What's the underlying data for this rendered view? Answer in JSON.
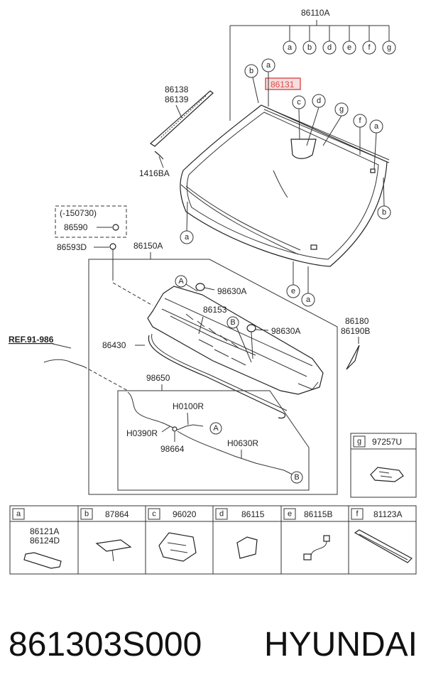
{
  "top_label": "86110A",
  "top_callouts": [
    "a",
    "b",
    "d",
    "e",
    "f",
    "g"
  ],
  "highlight_label": "86131",
  "labels": {
    "l86138": "86138",
    "l86139": "86139",
    "l1416BA": "1416BA",
    "lcond": "(-150730)",
    "l86590": "86590",
    "l86593D": "86593D",
    "l86150A": "86150A",
    "l98630A_1": "98630A",
    "l86153": "86153",
    "l98630A_2": "98630A",
    "l86180": "86180",
    "l86190B": "86190B",
    "lref": "REF.91-986",
    "l86430": "86430",
    "l98650": "98650",
    "lH0100R": "H0100R",
    "lH0390R": "H0390R",
    "l98664": "98664",
    "lH0630R": "H0630R",
    "l97257U": "97257U"
  },
  "callouts": {
    "b1": "b",
    "a1": "a",
    "c1": "c",
    "d1": "d",
    "g1": "g",
    "f1": "f",
    "a2": "a",
    "b2": "b",
    "a3": "a",
    "e1": "e",
    "a4": "a",
    "A1": "A",
    "B1": "B",
    "A2": "A",
    "B2": "B"
  },
  "legend": [
    {
      "key": "a",
      "part": "",
      "sub": [
        "86121A",
        "86124D"
      ]
    },
    {
      "key": "b",
      "part": "87864",
      "sub": []
    },
    {
      "key": "c",
      "part": "96020",
      "sub": []
    },
    {
      "key": "d",
      "part": "86115",
      "sub": []
    },
    {
      "key": "e",
      "part": "86115B",
      "sub": []
    },
    {
      "key": "f",
      "part": "81123A",
      "sub": []
    }
  ],
  "g_box": {
    "key": "g",
    "part": "97257U"
  },
  "footer": {
    "part_number": "861303S000",
    "brand": "HYUNDAI"
  }
}
